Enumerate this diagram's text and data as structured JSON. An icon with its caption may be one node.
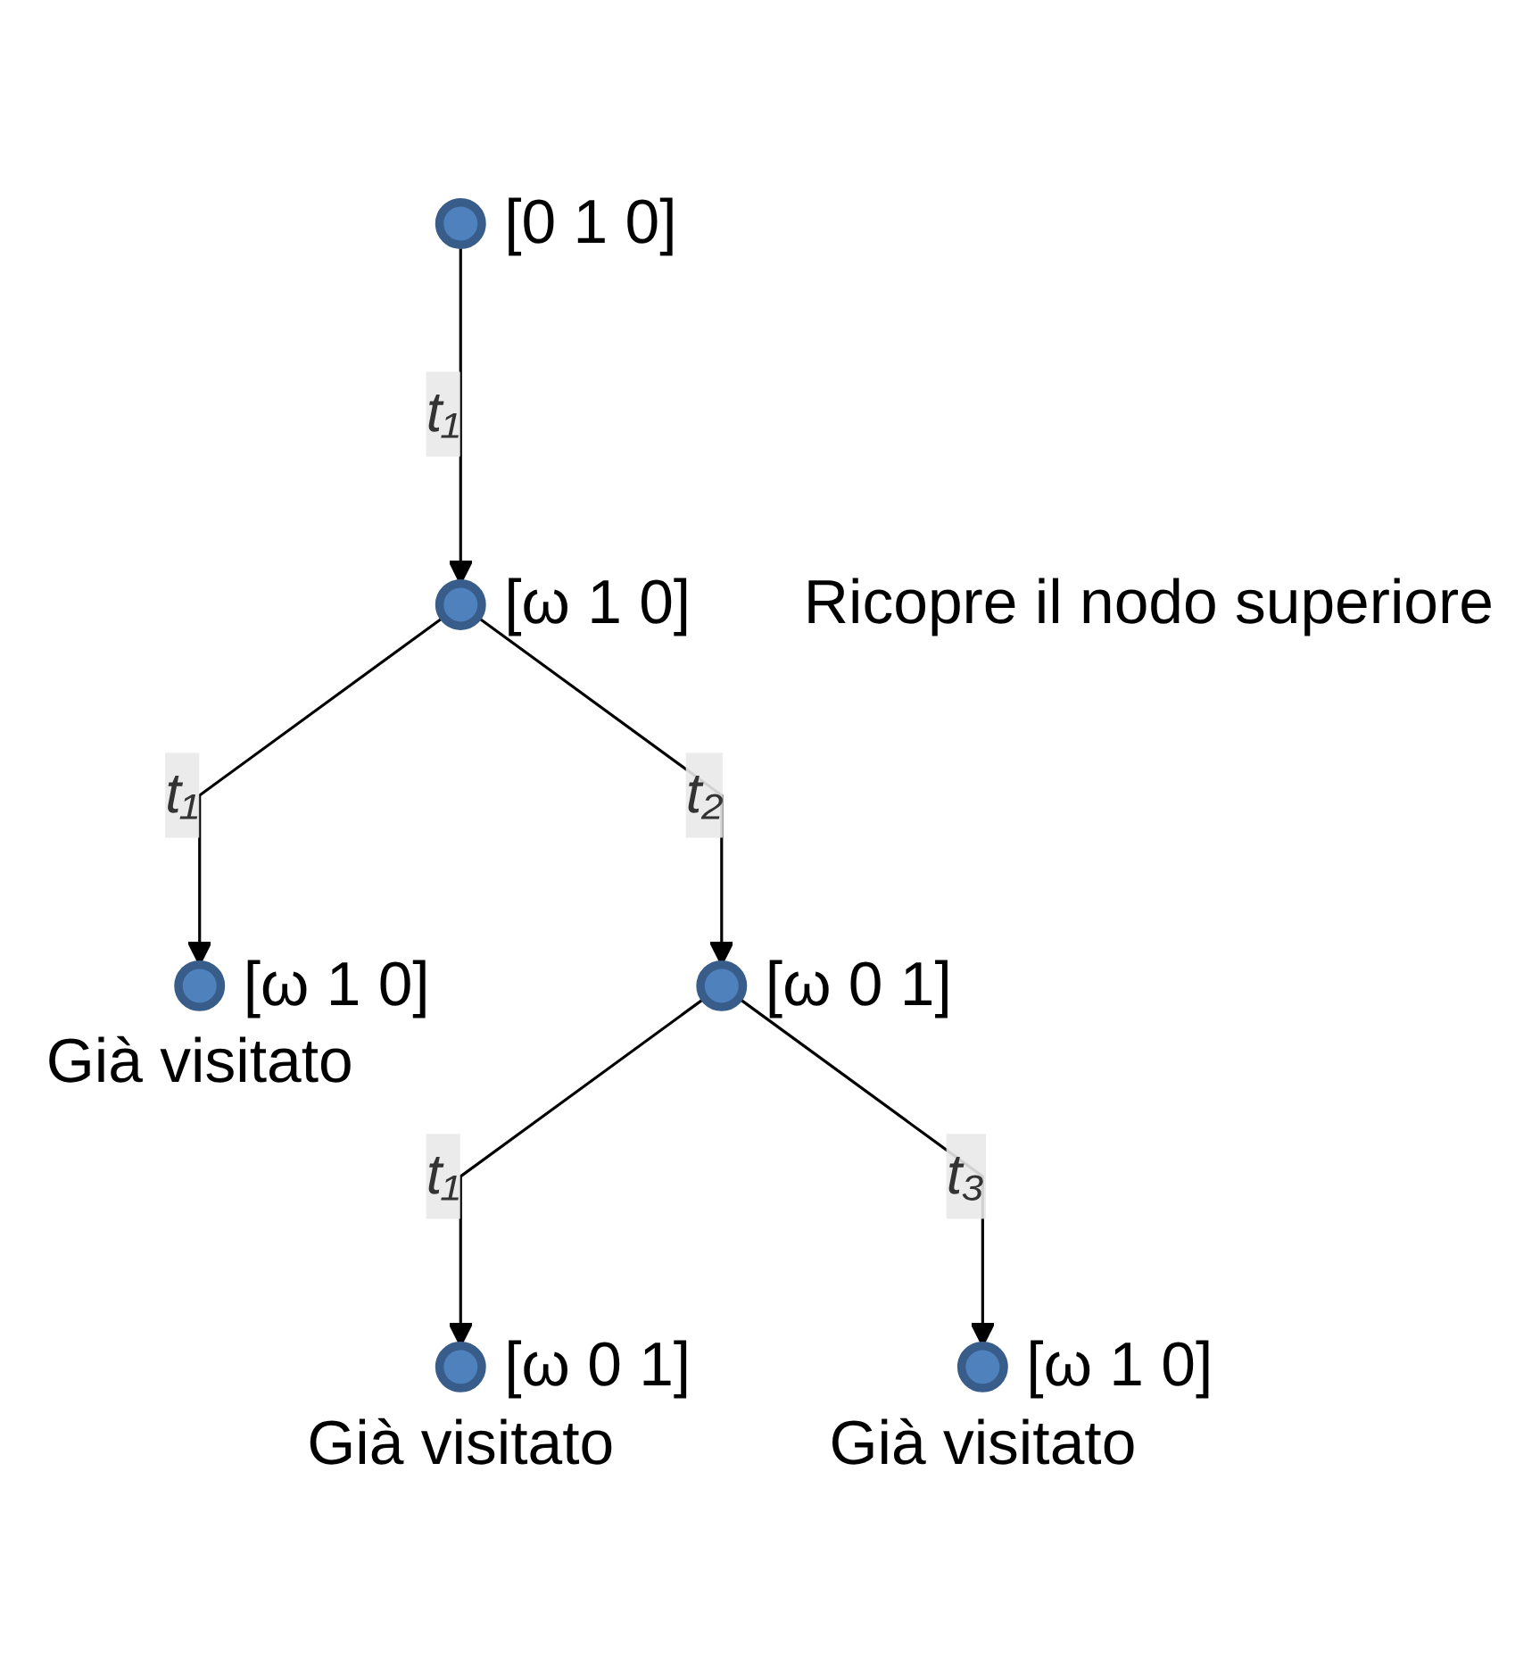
{
  "diagram": {
    "nodes": [
      {
        "text": [],
        "shape": "circle",
        "beside": [
          "[0 1 0]"
        ]
      },
      {
        "text": [],
        "shape": "circle",
        "beside": [
          "[ω 1 0]",
          "Ricopre il nodo superiore"
        ]
      },
      {
        "text": [],
        "shape": "circle",
        "beside": [
          "[ω 1 0]",
          "Già visitato"
        ]
      },
      {
        "text": [],
        "shape": "circle",
        "beside": [
          "[ω 0 1]"
        ]
      },
      {
        "text": [],
        "shape": "circle",
        "beside": [
          "[ω 0 1]",
          "Già visitato"
        ]
      },
      {
        "text": [],
        "shape": "circle",
        "beside": [
          "[ω 1 0]",
          "Già visitato"
        ]
      }
    ],
    "edges": [
      {
        "from": 0,
        "to": 1,
        "arrow": "to",
        "label": "t₁"
      },
      {
        "from": 1,
        "to": 2,
        "arrow": "to",
        "label": "t₁"
      },
      {
        "from": 1,
        "to": 3,
        "arrow": "to",
        "label": "t₂"
      },
      {
        "from": 3,
        "to": 4,
        "arrow": "to",
        "label": "t₁"
      },
      {
        "from": 3,
        "to": 5,
        "arrow": "to",
        "label": "t₃"
      }
    ]
  }
}
